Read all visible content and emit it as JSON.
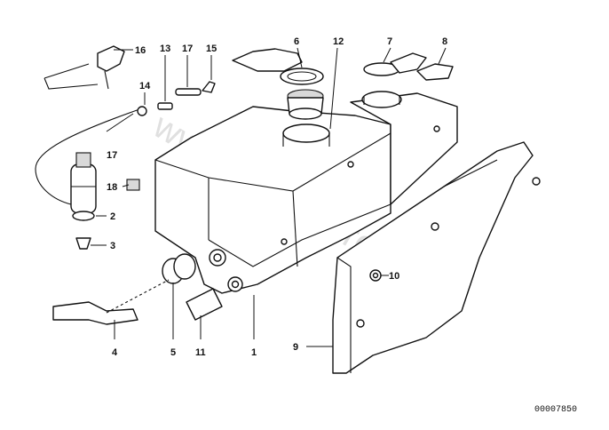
{
  "callouts": {
    "c1": "1",
    "c2": "2",
    "c3": "3",
    "c4": "4",
    "c5": "5",
    "c6": "6",
    "c7": "7",
    "c8": "8",
    "c9": "9",
    "c10": "10",
    "c11": "11",
    "c12": "12",
    "c13": "13",
    "c14": "14",
    "c15": "15",
    "c16": "16",
    "c17a": "17",
    "c17b": "17",
    "c18": "18"
  },
  "watermark": "www.BMWstore.pl",
  "reference_code": "00007850"
}
